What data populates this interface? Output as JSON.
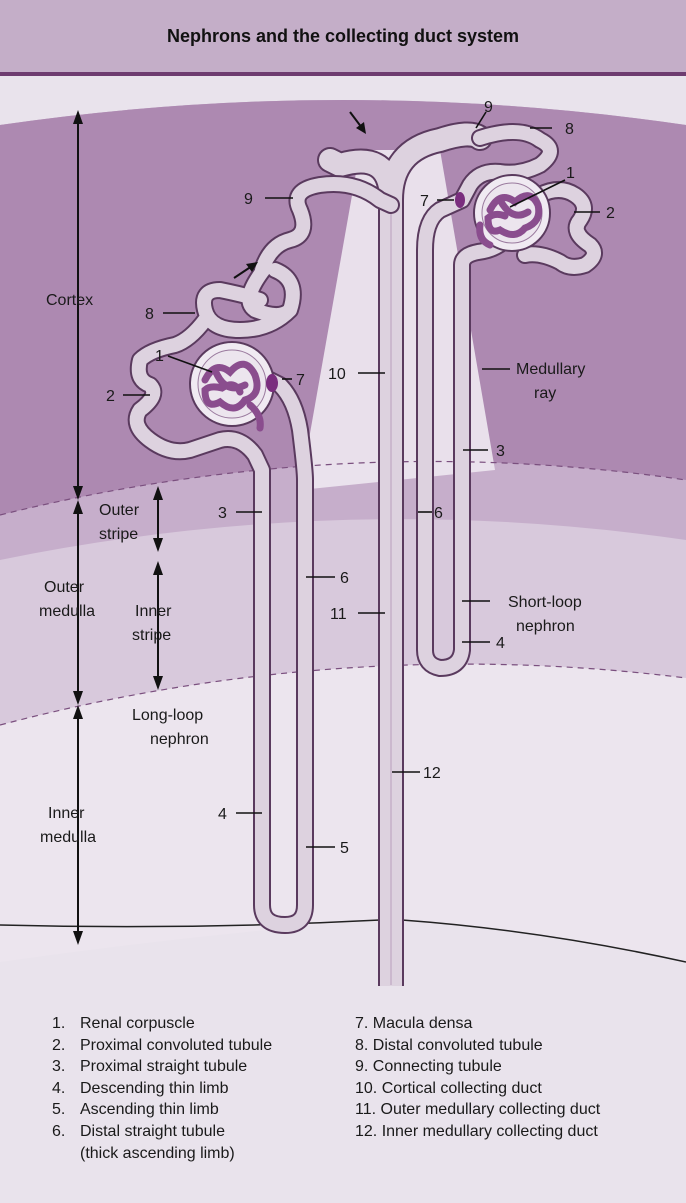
{
  "title": "Nephrons and the collecting duct system",
  "zones": {
    "cortex": "Cortex",
    "outer_stripe": [
      "Outer",
      "stripe"
    ],
    "outer_medulla": [
      "Outer",
      "medulla"
    ],
    "inner_stripe": [
      "Inner",
      "stripe"
    ],
    "inner_medulla": [
      "Inner",
      "medulla"
    ],
    "medullary_ray": [
      "Medullary",
      "ray"
    ]
  },
  "nephron_labels": {
    "long_loop": [
      "Long-loop",
      "nephron"
    ],
    "short_loop": [
      "Short-loop",
      "nephron"
    ]
  },
  "callout_numbers": {
    "n1": "1",
    "n2": "2",
    "n3": "3",
    "n4": "4",
    "n5": "5",
    "n6": "6",
    "n7": "7",
    "n8": "8",
    "n9": "9",
    "n10": "10",
    "n11": "11",
    "n12": "12"
  },
  "legend": {
    "col1": [
      {
        "num": "1.",
        "text": "Renal corpuscle"
      },
      {
        "num": "2.",
        "text": "Proximal convoluted tubule"
      },
      {
        "num": "3.",
        "text": "Proximal straight tubule"
      },
      {
        "num": "4.",
        "text": "Descending thin limb"
      },
      {
        "num": "5.",
        "text": "Ascending thin limb"
      },
      {
        "num": "6.",
        "text": "Distal straight tubule"
      }
    ],
    "col1_continuation": "(thick ascending limb)",
    "col2": [
      "7. Macula densa",
      "8. Distal convoluted tubule",
      "9. Connecting tubule",
      "10. Cortical collecting duct",
      "11. Outer medullary collecting duct",
      "12. Inner medullary collecting duct"
    ]
  },
  "colors": {
    "header": "#c4aec8",
    "header_rule": "#6e3c70",
    "cortex": "#ad89b1",
    "outer_stripe": "#c6aecb",
    "inner_stripe": "#d8c9dc",
    "inner_medulla": "#ece5ee",
    "tubule": "#ddd2df",
    "tubule_outline": "#5a3a5e",
    "glomerulus": "#8a4d8e",
    "macula_densa": "#7a2d7e"
  }
}
